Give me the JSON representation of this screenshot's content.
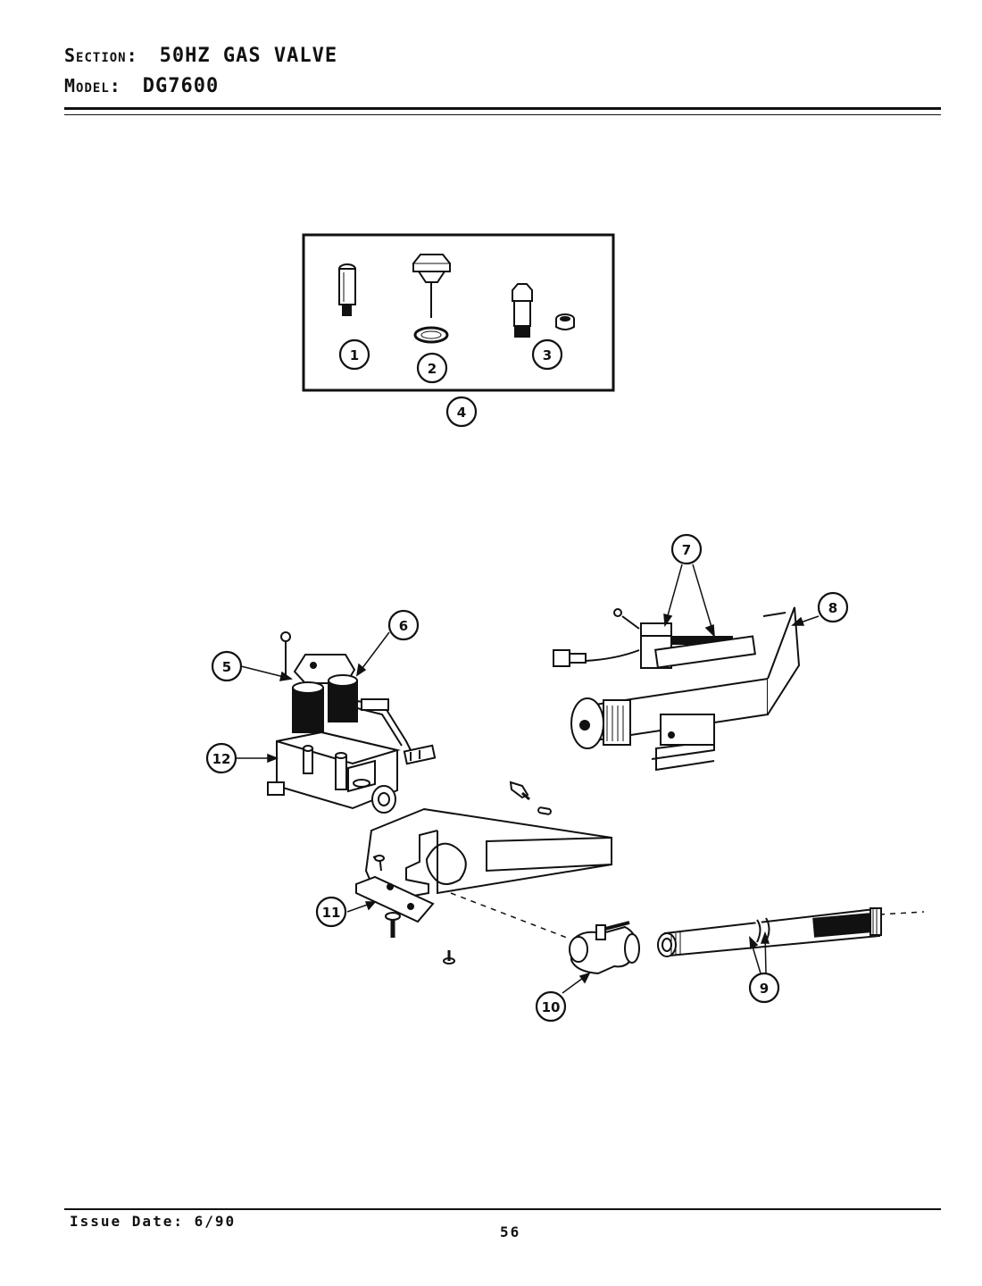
{
  "header": {
    "section_key": "Section:",
    "section_value": "50HZ GAS VALVE",
    "model_key": "Model:",
    "model_value": "DG7600"
  },
  "footer": {
    "issue_date": "Issue Date: 6/90",
    "page_number": "56"
  },
  "callouts": {
    "c1": "1",
    "c2": "2",
    "c3": "3",
    "c4": "4",
    "c5": "5",
    "c6": "6",
    "c7": "7",
    "c8": "8",
    "c9": "9",
    "c10": "10",
    "c11": "11",
    "c12": "12"
  },
  "colors": {
    "ink": "#111111",
    "paper": "#ffffff"
  }
}
